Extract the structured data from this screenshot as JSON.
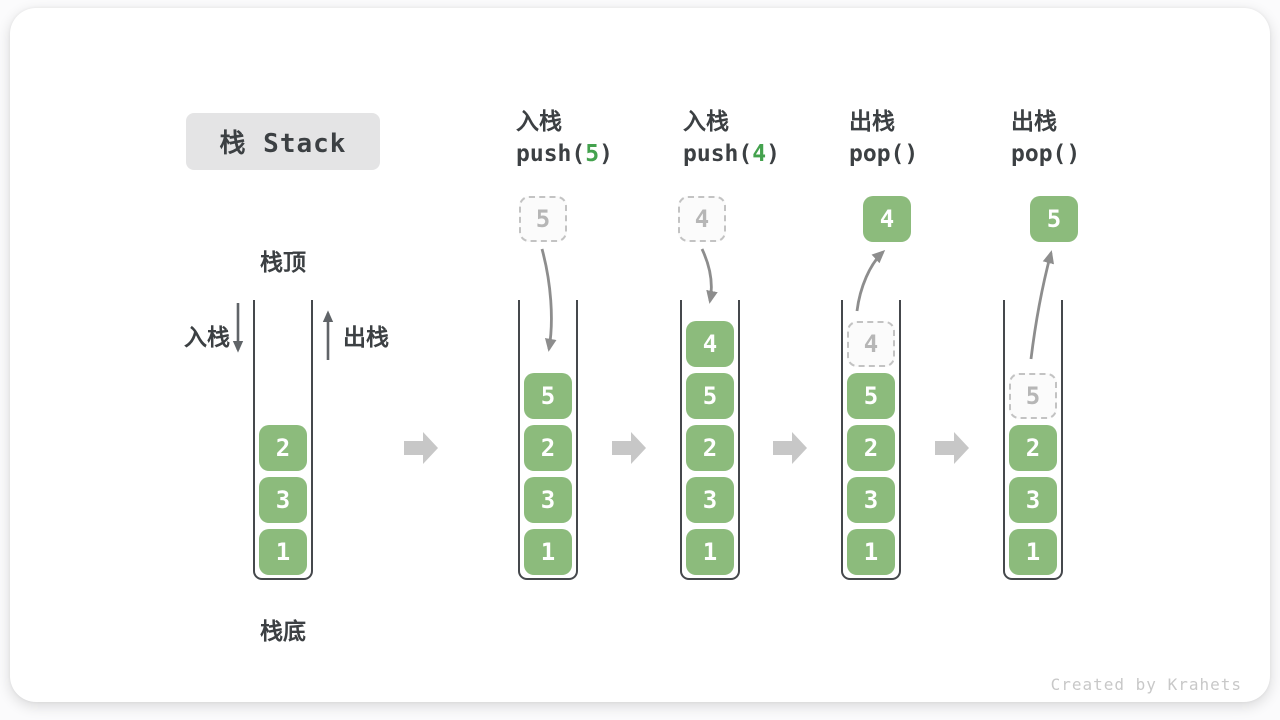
{
  "title": {
    "label": "栈 Stack"
  },
  "side_labels": {
    "top": "栈顶",
    "bottom": "栈底",
    "push": "入栈",
    "pop": "出栈"
  },
  "operations": [
    {
      "label": "入栈",
      "code_pre": "push(",
      "code_arg": "5",
      "code_post": ")"
    },
    {
      "label": "入栈",
      "code_pre": "push(",
      "code_arg": "4",
      "code_post": ")"
    },
    {
      "label": "出栈",
      "code_pre": "pop(",
      "code_arg": "",
      "code_post": ")"
    },
    {
      "label": "出栈",
      "code_pre": "pop(",
      "code_arg": "",
      "code_post": ")"
    }
  ],
  "stacks": [
    {
      "items": [
        "2",
        "3",
        "1"
      ]
    },
    {
      "items": [
        "5",
        "2",
        "3",
        "1"
      ],
      "incoming": "5"
    },
    {
      "items": [
        "4",
        "5",
        "2",
        "3",
        "1"
      ],
      "incoming": "4"
    },
    {
      "items": [
        "5",
        "2",
        "3",
        "1"
      ],
      "ghost": "4",
      "outgoing": "4"
    },
    {
      "items": [
        "2",
        "3",
        "1"
      ],
      "ghost": "5",
      "outgoing": "5"
    }
  ],
  "watermark": "Created by Krahets",
  "colors": {
    "item_green": "#8cbb7c",
    "accent_green": "#44a24e",
    "text_dark": "#3c4043",
    "curve_arrow_gray": "#8d8d8d",
    "flow_arrow_gray": "#c7c7c7",
    "ghost_gray": "#c3c3c3",
    "title_box_bg": "#e4e4e5"
  }
}
